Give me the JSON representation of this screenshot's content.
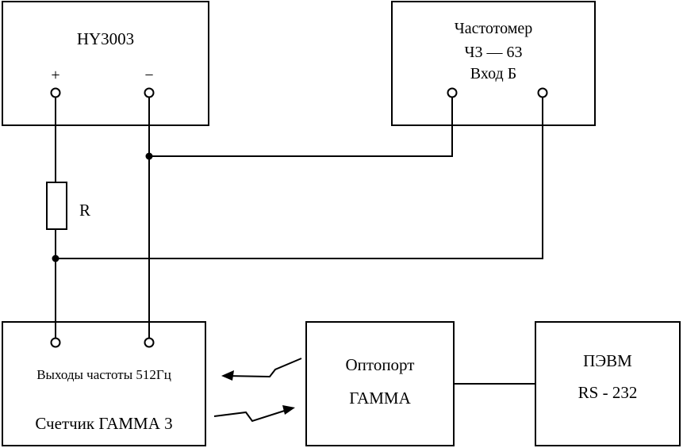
{
  "power_supply": {
    "name": "HY3003",
    "plus": "+",
    "minus": "−"
  },
  "frequency_meter": {
    "name": "Частотомер",
    "model": "Ч3 — 63",
    "input": "Вход Б"
  },
  "resistor": {
    "label": "R"
  },
  "meter": {
    "outputs": "Выходы частоты 512Гц",
    "name": "Счетчик ГАММА 3"
  },
  "optoport": {
    "line1": "Оптопорт",
    "line2": "ГАММА"
  },
  "pc": {
    "line1": "ПЭВМ",
    "line2": "RS - 232"
  },
  "colors": {
    "line": "#000000",
    "background": "#ffffff"
  }
}
